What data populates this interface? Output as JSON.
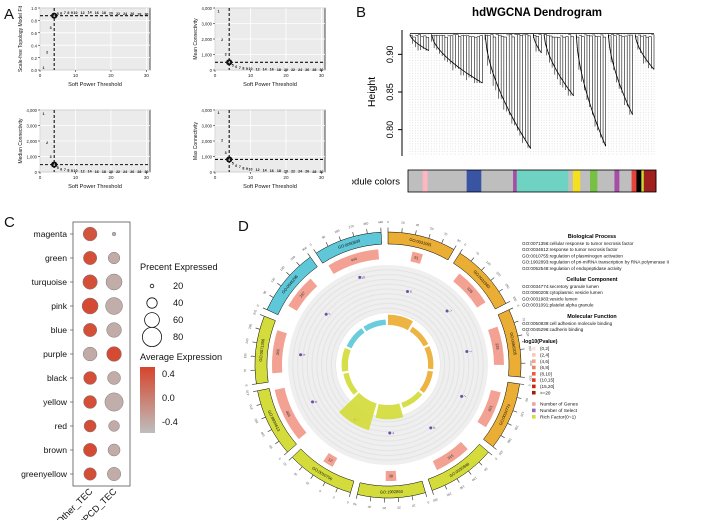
{
  "figure": {
    "panels": [
      "A",
      "B",
      "C",
      "D"
    ]
  },
  "panelA": {
    "letter": "A",
    "xlabel": "Soft Power Threshold",
    "xticks": [
      "0",
      "10",
      "20",
      "30"
    ],
    "subplots": [
      {
        "id": "scale-free-topology",
        "ylabel": "Scale-free Topology Model Fit",
        "yticks": [
          "0.0",
          "0.2",
          "0.4",
          "0.6",
          "0.8",
          "1.0"
        ],
        "ylim": [
          0,
          1.05
        ],
        "hline": 0.92,
        "vline": 4,
        "selected_power": 4,
        "point_labels": [
          "1",
          "2",
          "3",
          "4",
          "5",
          "6",
          "7",
          "8",
          "9",
          "10",
          "12",
          "14",
          "16",
          "18",
          "20",
          "22",
          "24",
          "26",
          "28",
          "30"
        ],
        "points": [
          {
            "x": 1,
            "y": 0.04
          },
          {
            "x": 2,
            "y": 0.3
          },
          {
            "x": 3,
            "y": 0.72
          },
          {
            "x": 4,
            "y": 0.92
          },
          {
            "x": 5,
            "y": 0.955
          },
          {
            "x": 6,
            "y": 0.965
          },
          {
            "x": 7,
            "y": 0.97
          },
          {
            "x": 8,
            "y": 0.972
          },
          {
            "x": 9,
            "y": 0.974
          },
          {
            "x": 10,
            "y": 0.975
          },
          {
            "x": 12,
            "y": 0.976
          },
          {
            "x": 14,
            "y": 0.977
          },
          {
            "x": 16,
            "y": 0.972
          },
          {
            "x": 18,
            "y": 0.968
          },
          {
            "x": 20,
            "y": 0.962
          },
          {
            "x": 22,
            "y": 0.958
          },
          {
            "x": 24,
            "y": 0.955
          },
          {
            "x": 26,
            "y": 0.952
          },
          {
            "x": 28,
            "y": 0.95
          },
          {
            "x": 30,
            "y": 0.948
          }
        ]
      },
      {
        "id": "mean-connectivity",
        "ylabel": "Mean Connectivity",
        "yticks": [
          "0",
          "1,000",
          "2,000",
          "3,000",
          "4,000"
        ],
        "ylim": [
          0,
          4200
        ],
        "hline": 520,
        "vline": 4,
        "selected_power": 4,
        "points": [
          {
            "x": 1,
            "y": 3980
          },
          {
            "x": 2,
            "y": 2050
          },
          {
            "x": 3,
            "y": 1080
          },
          {
            "x": 4,
            "y": 520
          },
          {
            "x": 5,
            "y": 330
          },
          {
            "x": 6,
            "y": 230
          },
          {
            "x": 7,
            "y": 170
          },
          {
            "x": 8,
            "y": 130
          },
          {
            "x": 9,
            "y": 110
          },
          {
            "x": 10,
            "y": 90
          },
          {
            "x": 12,
            "y": 70
          },
          {
            "x": 14,
            "y": 55
          },
          {
            "x": 16,
            "y": 45
          },
          {
            "x": 18,
            "y": 38
          },
          {
            "x": 20,
            "y": 32
          },
          {
            "x": 22,
            "y": 28
          },
          {
            "x": 24,
            "y": 24
          },
          {
            "x": 26,
            "y": 21
          },
          {
            "x": 28,
            "y": 18
          },
          {
            "x": 30,
            "y": 16
          }
        ]
      },
      {
        "id": "median-connectivity",
        "ylabel": "Median Connectivity",
        "yticks": [
          "0",
          "1,000",
          "2,000",
          "3,000",
          "4,000"
        ],
        "ylim": [
          0,
          4200
        ],
        "hline": 500,
        "vline": 4,
        "selected_power": 4,
        "points": [
          {
            "x": 1,
            "y": 3950
          },
          {
            "x": 2,
            "y": 2000
          },
          {
            "x": 3,
            "y": 1030
          },
          {
            "x": 4,
            "y": 500
          },
          {
            "x": 5,
            "y": 310
          },
          {
            "x": 6,
            "y": 210
          },
          {
            "x": 7,
            "y": 155
          },
          {
            "x": 8,
            "y": 120
          },
          {
            "x": 9,
            "y": 98
          },
          {
            "x": 10,
            "y": 82
          },
          {
            "x": 12,
            "y": 62
          },
          {
            "x": 14,
            "y": 48
          },
          {
            "x": 16,
            "y": 40
          },
          {
            "x": 18,
            "y": 33
          },
          {
            "x": 20,
            "y": 28
          },
          {
            "x": 22,
            "y": 24
          },
          {
            "x": 24,
            "y": 21
          },
          {
            "x": 26,
            "y": 18
          },
          {
            "x": 28,
            "y": 16
          },
          {
            "x": 30,
            "y": 14
          }
        ]
      },
      {
        "id": "max-connectivity",
        "ylabel": "Max Connectivity",
        "yticks": [
          "0",
          "1,000",
          "2,000",
          "3,000",
          "4,000"
        ],
        "ylim": [
          0,
          4200
        ],
        "hline": 850,
        "vline": 4,
        "selected_power": 4,
        "points": [
          {
            "x": 1,
            "y": 4020
          },
          {
            "x": 2,
            "y": 2150
          },
          {
            "x": 3,
            "y": 1300
          },
          {
            "x": 4,
            "y": 850
          },
          {
            "x": 5,
            "y": 600
          },
          {
            "x": 6,
            "y": 450
          },
          {
            "x": 7,
            "y": 350
          },
          {
            "x": 8,
            "y": 280
          },
          {
            "x": 9,
            "y": 230
          },
          {
            "x": 10,
            "y": 195
          },
          {
            "x": 12,
            "y": 150
          },
          {
            "x": 14,
            "y": 120
          },
          {
            "x": 16,
            "y": 100
          },
          {
            "x": 18,
            "y": 85
          },
          {
            "x": 20,
            "y": 72
          },
          {
            "x": 22,
            "y": 62
          },
          {
            "x": 24,
            "y": 55
          },
          {
            "x": 26,
            "y": 48
          },
          {
            "x": 28,
            "y": 43
          },
          {
            "x": 30,
            "y": 38
          }
        ]
      }
    ]
  },
  "panelB": {
    "letter": "B",
    "title": "hdWGCNA Dendrogram",
    "ylabel": "Height",
    "yticks": [
      "0.80",
      "0.85",
      "0.90"
    ],
    "ylim": [
      0.765,
      0.935
    ],
    "module_colors_label": "Module colors",
    "module_colors": [
      {
        "name": "grey",
        "hex": "#BEBEBE",
        "width": 6
      },
      {
        "name": "pink",
        "hex": "#FFB6C1",
        "width": 2
      },
      {
        "name": "grey",
        "hex": "#BEBEBE",
        "width": 16
      },
      {
        "name": "blue",
        "hex": "#3A54A4",
        "width": 6
      },
      {
        "name": "grey",
        "hex": "#BEBEBE",
        "width": 13
      },
      {
        "name": "purple",
        "hex": "#A64DA6",
        "width": 1.5
      },
      {
        "name": "turquoise",
        "hex": "#6FD3C4",
        "width": 21
      },
      {
        "name": "grey",
        "hex": "#BEBEBE",
        "width": 2
      },
      {
        "name": "yellow",
        "hex": "#F5E020",
        "width": 3
      },
      {
        "name": "grey",
        "hex": "#BEBEBE",
        "width": 4
      },
      {
        "name": "green",
        "hex": "#76C043",
        "width": 3
      },
      {
        "name": "grey",
        "hex": "#BEBEBE",
        "width": 7
      },
      {
        "name": "purple",
        "hex": "#A64DA6",
        "width": 2
      },
      {
        "name": "grey",
        "hex": "#BEBEBE",
        "width": 5
      },
      {
        "name": "red",
        "hex": "#E8413A",
        "width": 2
      },
      {
        "name": "black",
        "hex": "#000000",
        "width": 2
      },
      {
        "name": "greenyellow",
        "hex": "#C9D92E",
        "width": 1
      },
      {
        "name": "darkred",
        "hex": "#A02020",
        "width": 5
      }
    ]
  },
  "panelC": {
    "letter": "C",
    "modules": [
      "magenta",
      "green",
      "turquoise",
      "pink",
      "blue",
      "purple",
      "black",
      "yellow",
      "red",
      "brown",
      "greenyellow"
    ],
    "groups": [
      "Other_TEC",
      "mtPCD_TEC"
    ],
    "size_legend_title": "Precent Expressed",
    "size_legend_values": [
      "20",
      "40",
      "60",
      "80"
    ],
    "color_legend_title": "Average Expression",
    "color_legend_ticks": [
      "0.4",
      "0.0",
      "-0.4"
    ],
    "color_high": "#D6452C",
    "color_low": "#BEBEBE",
    "dots": [
      {
        "module": "magenta",
        "group": "Other_TEC",
        "percent": 52,
        "expression": 0.45
      },
      {
        "module": "magenta",
        "group": "mtPCD_TEC",
        "percent": 6,
        "expression": -0.45
      },
      {
        "module": "green",
        "group": "Other_TEC",
        "percent": 50,
        "expression": 0.5
      },
      {
        "module": "green",
        "group": "mtPCD_TEC",
        "percent": 42,
        "expression": -0.4
      },
      {
        "module": "turquoise",
        "group": "Other_TEC",
        "percent": 55,
        "expression": 0.5
      },
      {
        "module": "turquoise",
        "group": "mtPCD_TEC",
        "percent": 62,
        "expression": -0.42
      },
      {
        "module": "pink",
        "group": "Other_TEC",
        "percent": 62,
        "expression": 0.55
      },
      {
        "module": "pink",
        "group": "mtPCD_TEC",
        "percent": 66,
        "expression": -0.44
      },
      {
        "module": "blue",
        "group": "Other_TEC",
        "percent": 50,
        "expression": 0.5
      },
      {
        "module": "blue",
        "group": "mtPCD_TEC",
        "percent": 56,
        "expression": -0.42
      },
      {
        "module": "purple",
        "group": "Other_TEC",
        "percent": 52,
        "expression": -0.4
      },
      {
        "module": "purple",
        "group": "mtPCD_TEC",
        "percent": 56,
        "expression": 0.55
      },
      {
        "module": "black",
        "group": "Other_TEC",
        "percent": 48,
        "expression": 0.5
      },
      {
        "module": "black",
        "group": "mtPCD_TEC",
        "percent": 48,
        "expression": -0.42
      },
      {
        "module": "yellow",
        "group": "Other_TEC",
        "percent": 48,
        "expression": 0.5
      },
      {
        "module": "yellow",
        "group": "mtPCD_TEC",
        "percent": 72,
        "expression": -0.44
      },
      {
        "module": "red",
        "group": "Other_TEC",
        "percent": 44,
        "expression": 0.52
      },
      {
        "module": "red",
        "group": "mtPCD_TEC",
        "percent": 38,
        "expression": -0.4
      },
      {
        "module": "brown",
        "group": "Other_TEC",
        "percent": 50,
        "expression": 0.55
      },
      {
        "module": "brown",
        "group": "mtPCD_TEC",
        "percent": 44,
        "expression": -0.42
      },
      {
        "module": "greenyellow",
        "group": "Other_TEC",
        "percent": 46,
        "expression": 0.52
      },
      {
        "module": "greenyellow",
        "group": "mtPCD_TEC",
        "percent": 50,
        "expression": -0.42
      }
    ]
  },
  "panelD": {
    "letter": "D",
    "categories": [
      {
        "name": "Biological Process",
        "hex": "#EBAE34"
      },
      {
        "name": "Cellular Component",
        "hex": "#5EC8D8"
      },
      {
        "name": "Molecular Function",
        "hex": "#D3DC3A"
      }
    ],
    "terms": [
      {
        "id": "GO:0031091",
        "label": "platelet alpha granule",
        "category": "Cellular Component",
        "genes": 91,
        "select": 6,
        "rich": 0.07,
        "logp": 4.5,
        "arc_hex": "#EBAE34"
      },
      {
        "id": "GO:0031983",
        "label": "vesicle lumen",
        "category": "Cellular Component",
        "genes": 328,
        "select": 7,
        "rich": 0.02,
        "logp": 3.5,
        "arc_hex": "#EBAE34"
      },
      {
        "id": "GO:0060205",
        "label": "cytoplasmic vesicle lumen",
        "category": "Cellular Component",
        "genes": 328,
        "select": 7,
        "rich": 0.02,
        "logp": 3.5,
        "arc_hex": "#EBAE34"
      },
      {
        "id": "GO:0034774",
        "label": "secretory granule lumen",
        "category": "Cellular Component",
        "genes": 321,
        "select": 7,
        "rich": 0.02,
        "logp": 3.4,
        "arc_hex": "#EBAE34"
      },
      {
        "id": "GO:0030948",
        "label": "regulation of plasminogen activation",
        "category": "Biological Process",
        "genes": 315,
        "select": 6,
        "rich": 0.02,
        "logp": 3.0,
        "arc_hex": "#D3DC3A"
      },
      {
        "id": "GO:1902893",
        "label": "regulation of pri-miRNA transcription by RNA polymerase II",
        "category": "Biological Process",
        "genes": 38,
        "select": 4,
        "rich": 0.11,
        "logp": 3.2,
        "arc_hex": "#D3DC3A"
      },
      {
        "id": "GO:0010756",
        "label": "regulation of endopeptidase activity",
        "category": "Biological Process",
        "genes": 12,
        "select": 3,
        "rich": 0.25,
        "logp": 3.1,
        "arc_hex": "#D3DC3A"
      },
      {
        "id": "GO:0034613",
        "label": "cellular response to tumor necrosis factor",
        "category": "Biological Process",
        "genes": 466,
        "select": 8,
        "rich": 0.02,
        "logp": 3.0,
        "arc_hex": "#D3DC3A"
      },
      {
        "id": "GO:0071356",
        "label": "response to tumor necrosis factor",
        "category": "Biological Process",
        "genes": 366,
        "select": 9,
        "rich": 0.03,
        "logp": 3.6,
        "arc_hex": "#D3DC3A"
      },
      {
        "id": "GO:0045296",
        "label": "cadherin binding",
        "category": "Molecular Function",
        "genes": 297,
        "select": 7,
        "rich": 0.02,
        "logp": 3.2,
        "arc_hex": "#5EC8D8"
      },
      {
        "id": "GO:0050839",
        "label": "cell adhesion molecule binding",
        "category": "Molecular Function",
        "genes": 444,
        "select": 10,
        "rich": 0.02,
        "logp": 3.4,
        "arc_hex": "#5EC8D8"
      }
    ],
    "legend": {
      "groups": [
        {
          "title": "Biological Process",
          "items": [
            "GO:0071356:cellular response to tumor necrosis factor",
            "GO:0034612:response to tumor necrosis factor",
            "GO:0010755:regulation of plasminogen activation",
            "GO:1902893:regulation of pri-miRNA transcription by RNA polymerase II",
            "GO:0052548:regulation of endopeptidase activity"
          ]
        },
        {
          "title": "Cellular Component",
          "items": [
            "GO:0034774:secretory granule lumen",
            "GO:0060205:cytoplasmic vesicle lumen",
            "GO:0031983:vesicle lumen",
            "GO:0031091:platelet alpha granule"
          ]
        },
        {
          "title": "Molecular Function",
          "items": [
            "GO:0050839:cell adhesion molecule binding",
            "GO:0045296:cadherin binding"
          ]
        }
      ],
      "pvalue_title": "-log10(Pvalue)",
      "pvalue_bins": [
        {
          "label": "(0,2]",
          "hex": "#FBE3DC"
        },
        {
          "label": "(2,4]",
          "hex": "#F8C6B8"
        },
        {
          "label": "(4,6]",
          "hex": "#F4A28C"
        },
        {
          "label": "(6,8]",
          "hex": "#EE7F63"
        },
        {
          "label": "(8,10]",
          "hex": "#E85B3C"
        },
        {
          "label": "(10,15]",
          "hex": "#DB3B1E"
        },
        {
          "label": "(15,20]",
          "hex": "#C02912"
        },
        {
          "label": ">=20",
          "hex": "#A01D0A"
        }
      ],
      "track_items": [
        {
          "label": "Number of Genes",
          "hex": "#F3A39A"
        },
        {
          "label": "Number of Select",
          "hex": "#8E6BB8"
        },
        {
          "label": "Rich Factor(0~1)",
          "hex": "#D3DC3A"
        }
      ]
    }
  }
}
